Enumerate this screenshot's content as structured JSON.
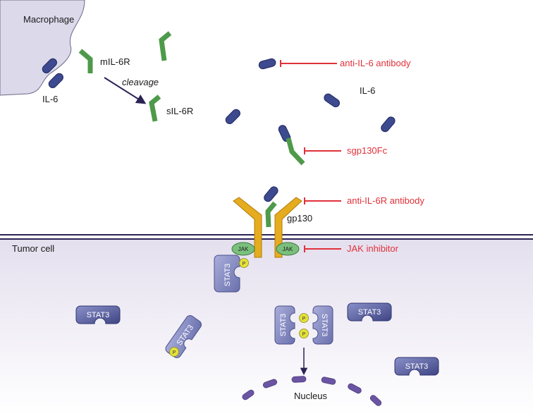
{
  "labels": {
    "macrophage": "Macrophage",
    "mil6r": "mIL-6R",
    "il6_left": "IL-6",
    "cleavage": "cleavage",
    "sil6r": "sIL-6R",
    "il6_right": "IL-6",
    "gp130": "gp130",
    "tumor_cell": "Tumor cell",
    "nucleus": "Nucleus",
    "jak": "JAK",
    "stat3": "STAT3",
    "p": "P"
  },
  "inhibitors": [
    "anti-IL-6 antibody",
    "sgp130Fc",
    "anti-IL-6R antibody",
    "JAK inhibitor"
  ],
  "colors": {
    "il6": "#3d4a8f",
    "il6r": "#4e9a4a",
    "gp130": "#e5ac1f",
    "jak": "#7bbf7d",
    "stat3": "#7f86c2",
    "phosphate": "#e3e13a",
    "inhibitor": "#e0313a",
    "membrane": "#2b2356",
    "cell": "#e9e4f2",
    "macrophage": "#dcd9ea"
  }
}
